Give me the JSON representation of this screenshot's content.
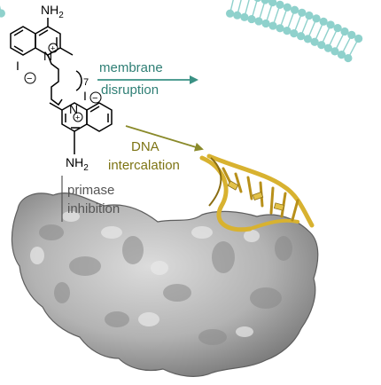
{
  "labels": {
    "membrane": "membrane",
    "disruption": "disruption",
    "dna": "DNA",
    "intercalation": "intercalation",
    "primase": "primase",
    "inhibition": "inhibition"
  },
  "chem": {
    "nh2": "NH",
    "nh2_sub": "2",
    "nitrogen": "N",
    "iodide": "I",
    "minus": "−",
    "plus": "+",
    "chain_count": "7"
  },
  "colors": {
    "membrane": "#8fd1cc",
    "membrane_arrow": "#3a9184",
    "membrane_text": "#2f7f75",
    "dna": "#d8b230",
    "dna_dark": "#8a6d12",
    "dna_arrow": "#8a8a2a",
    "dna_text": "#7d7414",
    "primase_text": "#555555",
    "protein": "#b5b5b5",
    "protein_shadow": "#6e6e6e"
  },
  "icons": [
    "lipid-bilayer-icon",
    "dna-helix-icon",
    "protein-surface-icon",
    "bisquinolinium-molecule-icon"
  ]
}
